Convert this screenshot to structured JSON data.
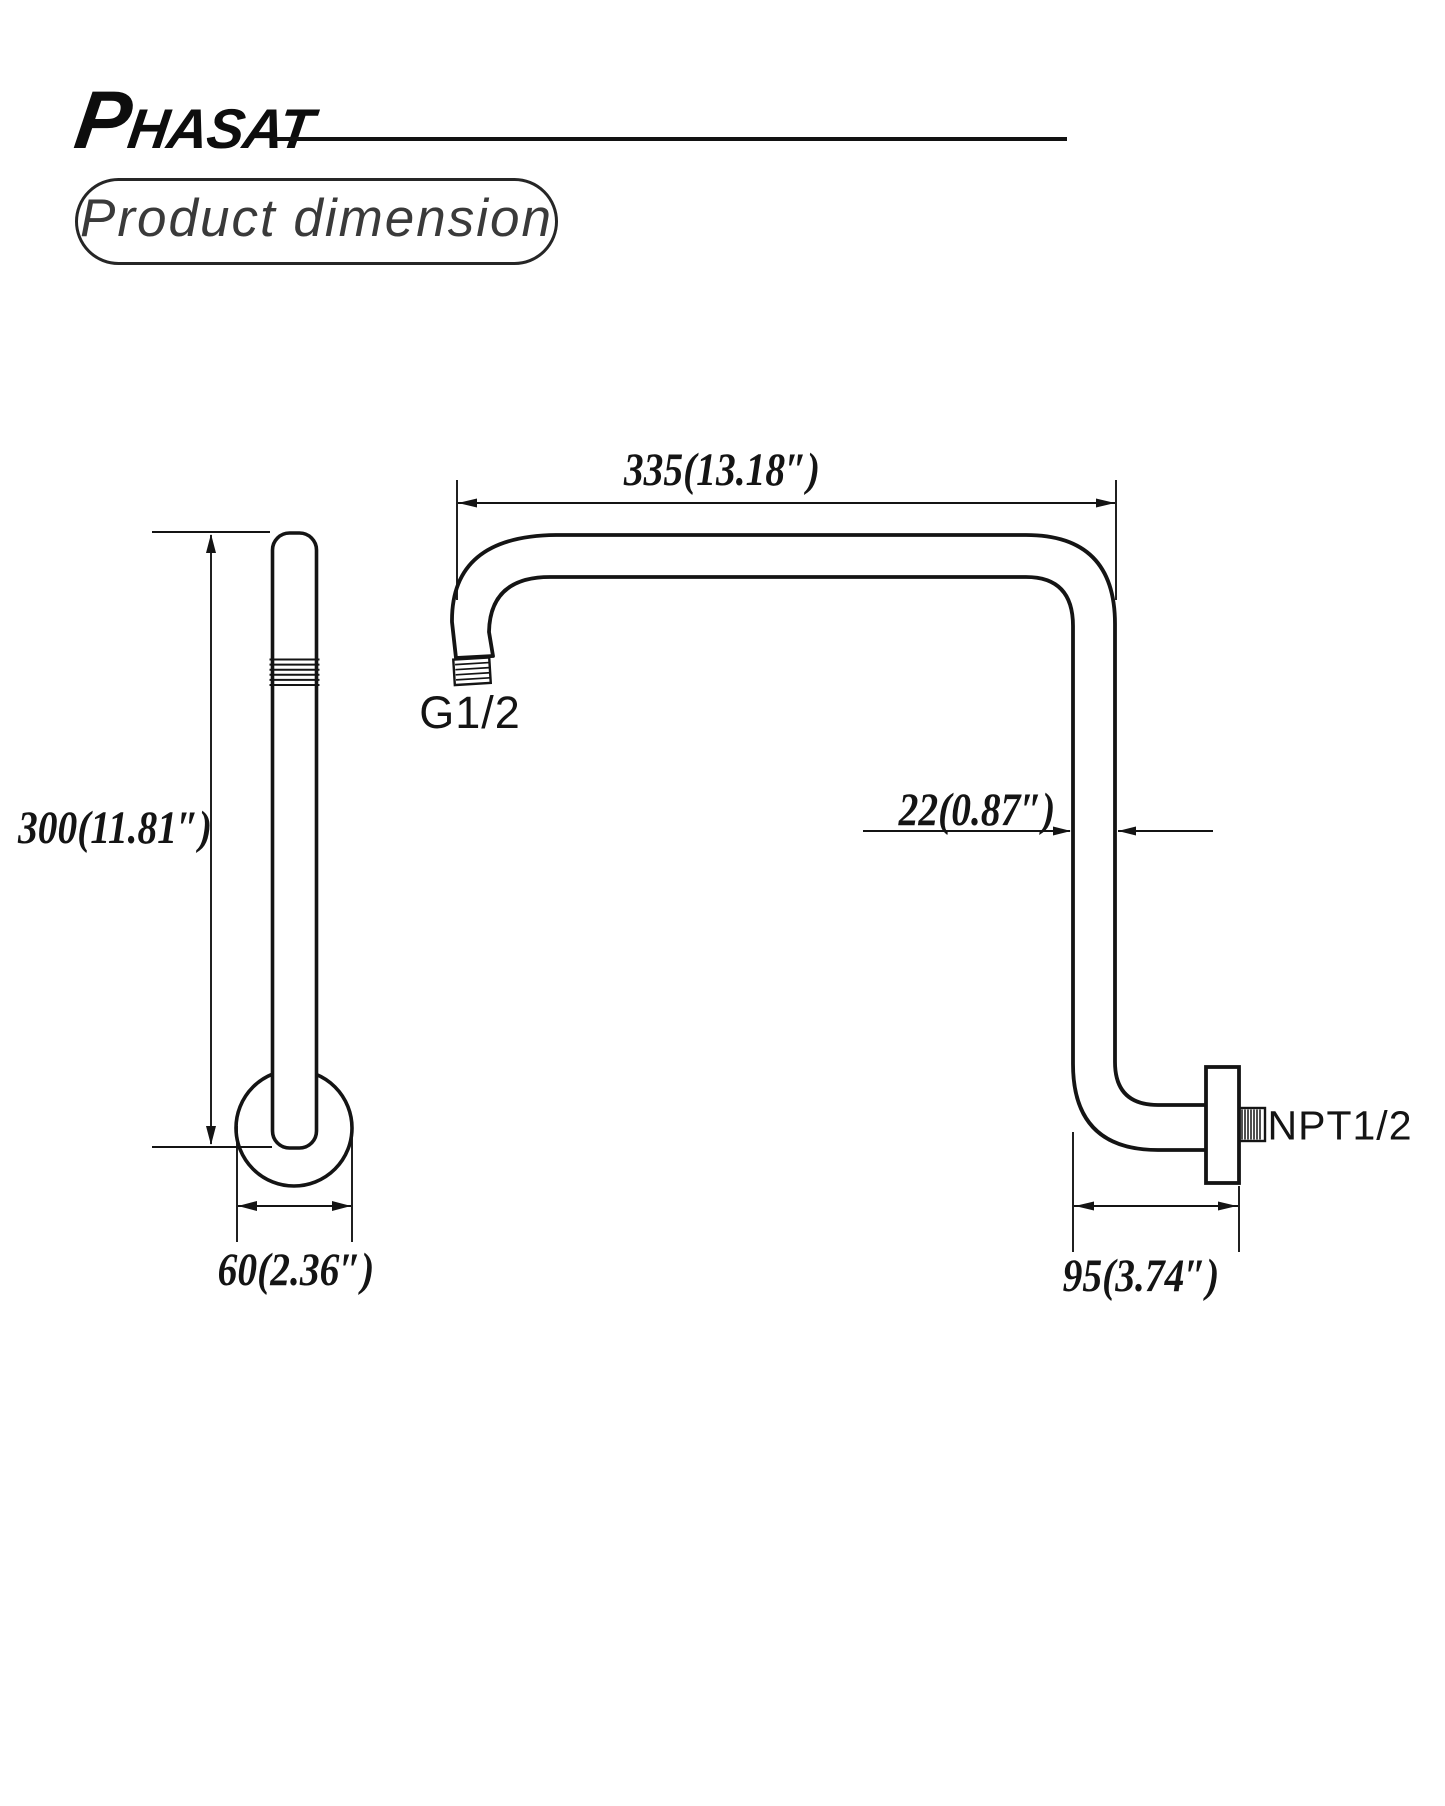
{
  "brand": {
    "logo_text": "PHASAT"
  },
  "header": {
    "badge_label": "Product dimension"
  },
  "drawing": {
    "line_color": "#141414",
    "view_left": {
      "height_dim": "300(11.81″)",
      "flange_width_dim": "60(2.36″)"
    },
    "view_right": {
      "length_dim": "335(13.18″)",
      "tube_od_dim": "22(0.87″)",
      "wall_offset_dim": "95(3.74″)",
      "inlet_thread_label": "G1/2",
      "outlet_thread_label": "NPT1/2"
    }
  }
}
